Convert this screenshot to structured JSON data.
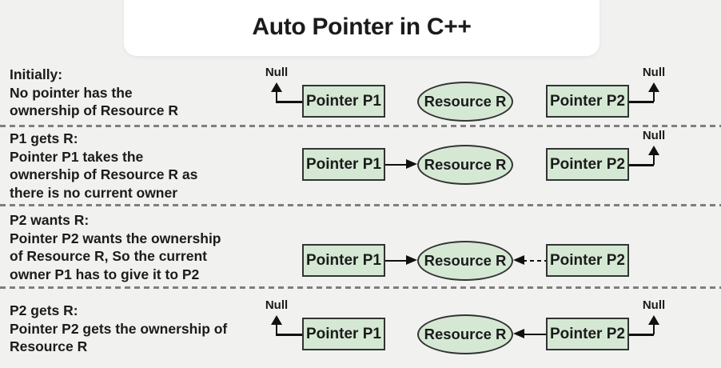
{
  "title": "Auto Pointer in C++",
  "labels": {
    "null_label": "Null",
    "pointer_p1": "Pointer P1",
    "pointer_p2": "Pointer P2",
    "resource_r": "Resource R"
  },
  "rows": [
    {
      "id": "initially",
      "description": "Initially:\nNo pointer has the\nownership of Resource R"
    },
    {
      "id": "p1-gets-r",
      "description": "P1 gets R:\nPointer P1 takes the\nownership of Resource R as\nthere is no current owner"
    },
    {
      "id": "p2-wants-r",
      "description": "P2 wants R:\nPointer P2 wants the ownership\nof Resource R, So the current\nowner P1 has to give it to P2"
    },
    {
      "id": "p2-gets-r",
      "description": "P2 gets R:\nPointer P2 gets the ownership of\nResource R"
    }
  ],
  "colors": {
    "background": "#f1f1f0",
    "card": "#ffffff",
    "node_fill": "#d5e8d4",
    "node_border": "#333333",
    "text": "#1b1b1b",
    "divider": "#7f7f7f",
    "arrow": "#111111"
  }
}
